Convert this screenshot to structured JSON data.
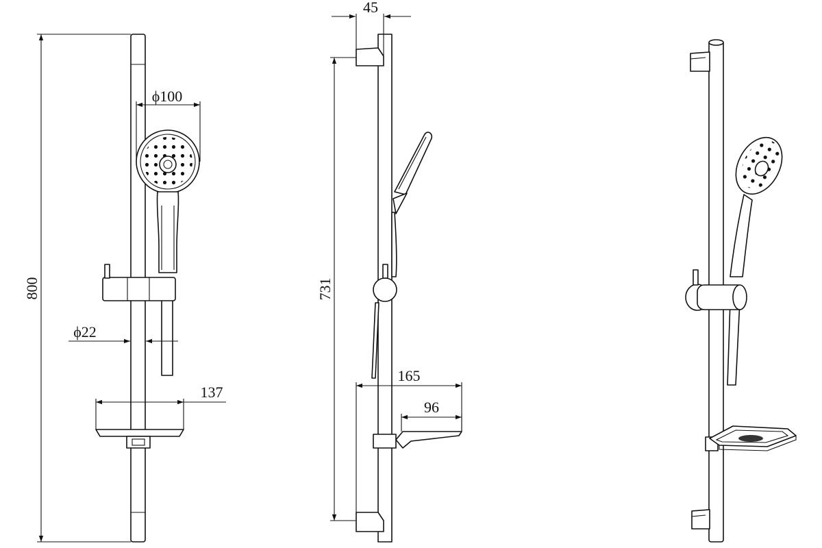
{
  "dimensions": {
    "total_height": "800",
    "head_diameter": "ϕ100",
    "bar_diameter": "ϕ22",
    "tray_width": "137",
    "bracket_depth": "45",
    "bracket_span": "731",
    "tray_projection": "165",
    "tray_depth": "96"
  },
  "views": [
    "front-view",
    "side-view",
    "perspective-view"
  ]
}
